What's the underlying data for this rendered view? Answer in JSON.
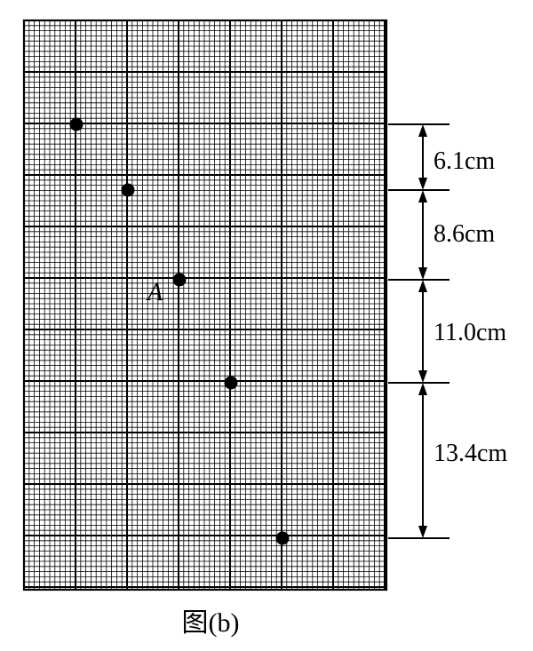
{
  "caption": "图(b)",
  "point_label": "A",
  "measurements": [
    {
      "label": "6.1cm"
    },
    {
      "label": "8.6cm"
    },
    {
      "label": "11.0cm"
    },
    {
      "label": "13.4cm"
    }
  ],
  "colors": {
    "ink": "#000000",
    "background": "#ffffff"
  }
}
